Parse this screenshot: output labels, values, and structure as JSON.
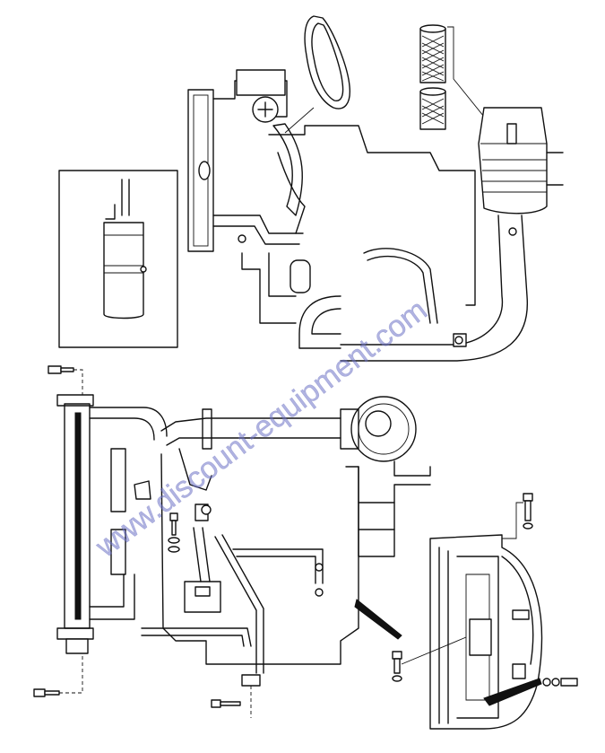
{
  "watermark": {
    "text": "www.discount-equipment.com",
    "color": "#6f74c9"
  },
  "figures": [
    {
      "id": "top-assembly",
      "content": "engine top view with radiator, fan belt, air cleaner, filter elements and intake hoses"
    },
    {
      "id": "inset-reservoir",
      "content": "coolant recovery reservoir inset"
    },
    {
      "id": "side-assembly",
      "content": "engine side view with radiator, hoses, air cleaner and drain hose"
    },
    {
      "id": "fan-shroud-detail",
      "content": "fan and shroud detail with mounting bolts"
    }
  ],
  "colors": {
    "line": "#111111",
    "background": "#ffffff"
  }
}
